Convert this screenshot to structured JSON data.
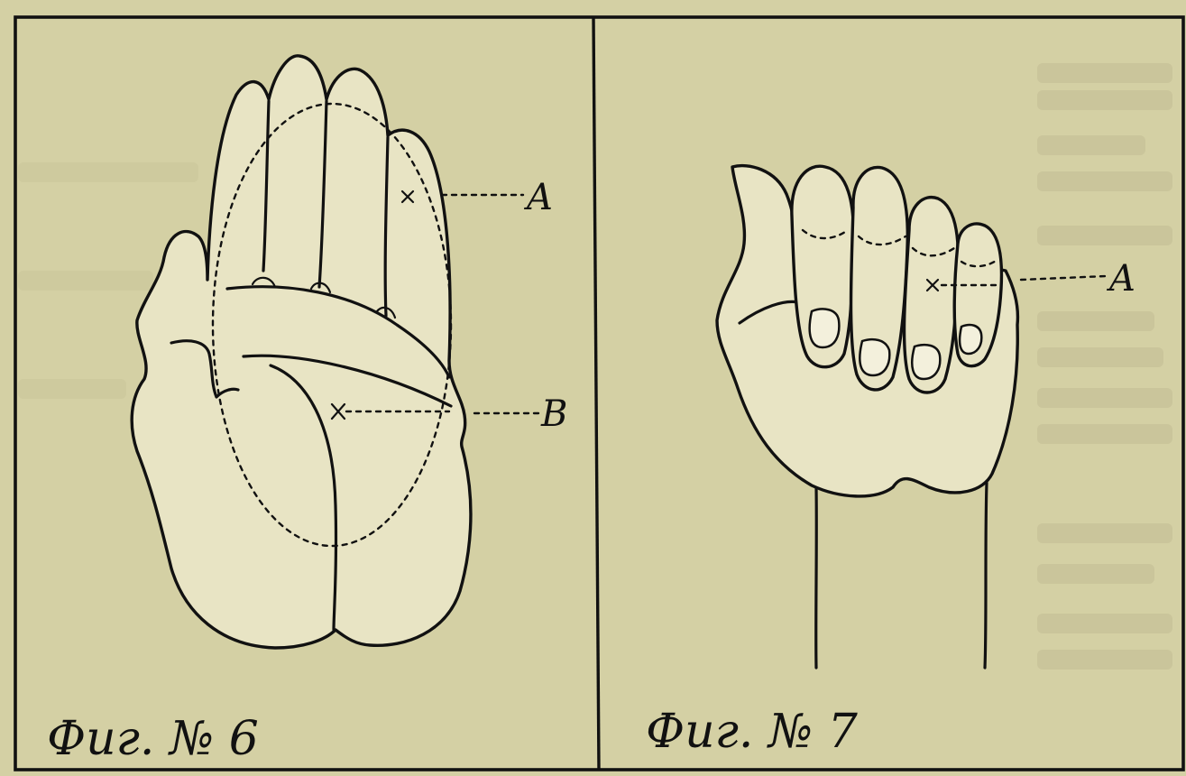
{
  "figures": [
    {
      "caption": "Фиг. № 6",
      "labels": {
        "a": "A",
        "b": "B"
      }
    },
    {
      "caption": "Фиг. № 7",
      "labels": {
        "a": "A"
      }
    }
  ],
  "colors": {
    "paper": "#d4d0a4",
    "ink": "#111111"
  }
}
